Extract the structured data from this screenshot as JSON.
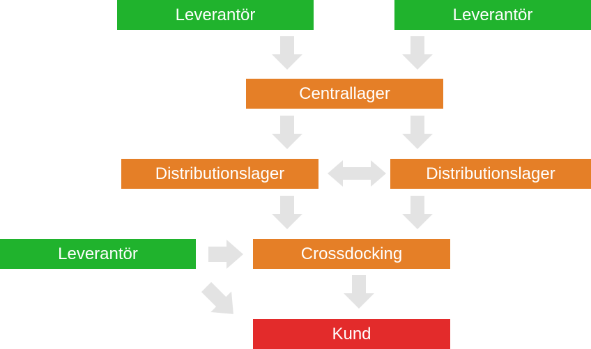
{
  "colors": {
    "supplier": "#20b32d",
    "warehouse": "#e57f27",
    "customer": "#e32b2b",
    "arrow": "#e3e3e3",
    "text": "#ffffff"
  },
  "nodes": {
    "supplier_top_left": "Leverantör",
    "supplier_top_right": "Leverantör",
    "central_warehouse": "Centrallager",
    "distribution_left": "Distributionslager",
    "distribution_right": "Distributionslager",
    "supplier_left": "Leverantör",
    "crossdocking": "Crossdocking",
    "customer": "Kund"
  },
  "edges": [
    {
      "from": "supplier_top_left",
      "to": "central_warehouse"
    },
    {
      "from": "supplier_top_right",
      "to": "central_warehouse"
    },
    {
      "from": "central_warehouse",
      "to": "distribution_left"
    },
    {
      "from": "central_warehouse",
      "to": "distribution_right"
    },
    {
      "from": "distribution_left",
      "to": "distribution_right",
      "bidirectional": true
    },
    {
      "from": "distribution_left",
      "to": "crossdocking"
    },
    {
      "from": "distribution_right",
      "to": "crossdocking"
    },
    {
      "from": "supplier_left",
      "to": "crossdocking"
    },
    {
      "from": "supplier_left",
      "to": "customer"
    },
    {
      "from": "crossdocking",
      "to": "customer"
    }
  ]
}
